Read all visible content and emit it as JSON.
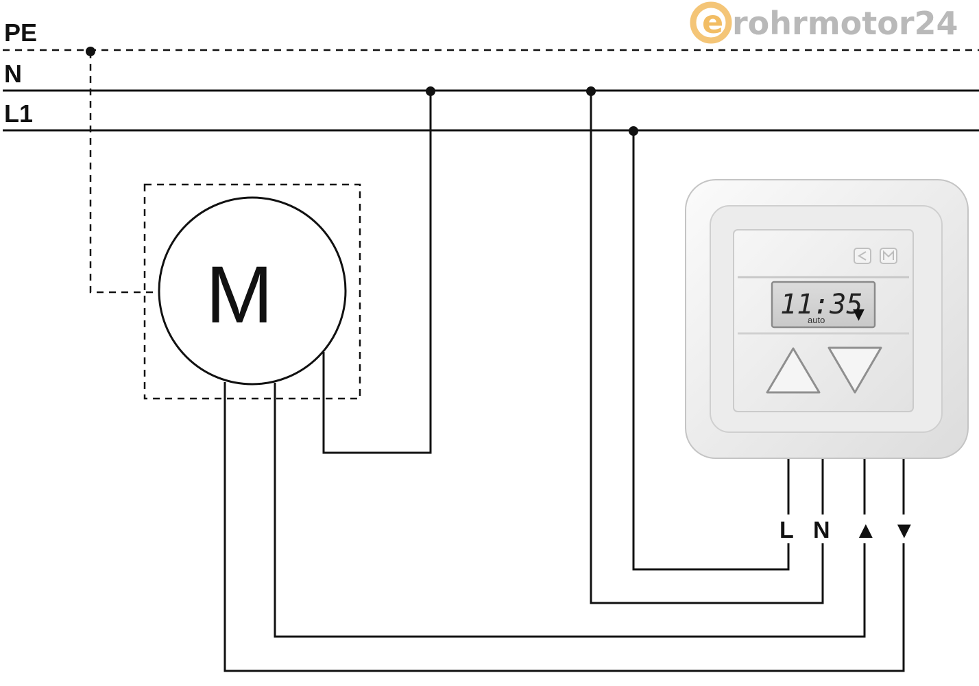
{
  "brand": {
    "logo_letter": "e",
    "name": "rohrmotor24",
    "name_color": "#b9b9b9",
    "accent_color": "#f0b24a"
  },
  "rails": {
    "pe": "PE",
    "n": "N",
    "l1": "L1"
  },
  "motor": {
    "symbol": "M"
  },
  "switch": {
    "display_time": "11:35",
    "display_arrow": "▼",
    "display_mode": "auto",
    "up_button_icon": "triangle-up-icon",
    "down_button_icon": "triangle-down-icon"
  },
  "terminals": {
    "l": "L",
    "n": "N",
    "up": "▲",
    "down": "▼"
  }
}
